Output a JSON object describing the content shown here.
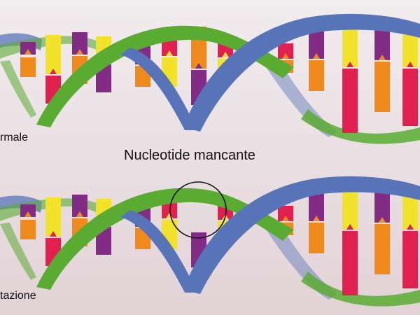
{
  "labels": {
    "top_row": "rmale",
    "bottom_row": "tazione",
    "callout": "Nucleotide mancante"
  },
  "colors": {
    "background_top": "#f1ecee",
    "background_bottom": "#e2d2d6",
    "strand_green": "#5aab32",
    "strand_blue": "#5874b8",
    "base_purple": "#822c86",
    "base_orange": "#f08a1c",
    "base_red": "#e22050",
    "base_yellow": "#f2e22a",
    "circle": "#111111"
  },
  "icons": {
    "missing_marker": "circle-outline"
  }
}
